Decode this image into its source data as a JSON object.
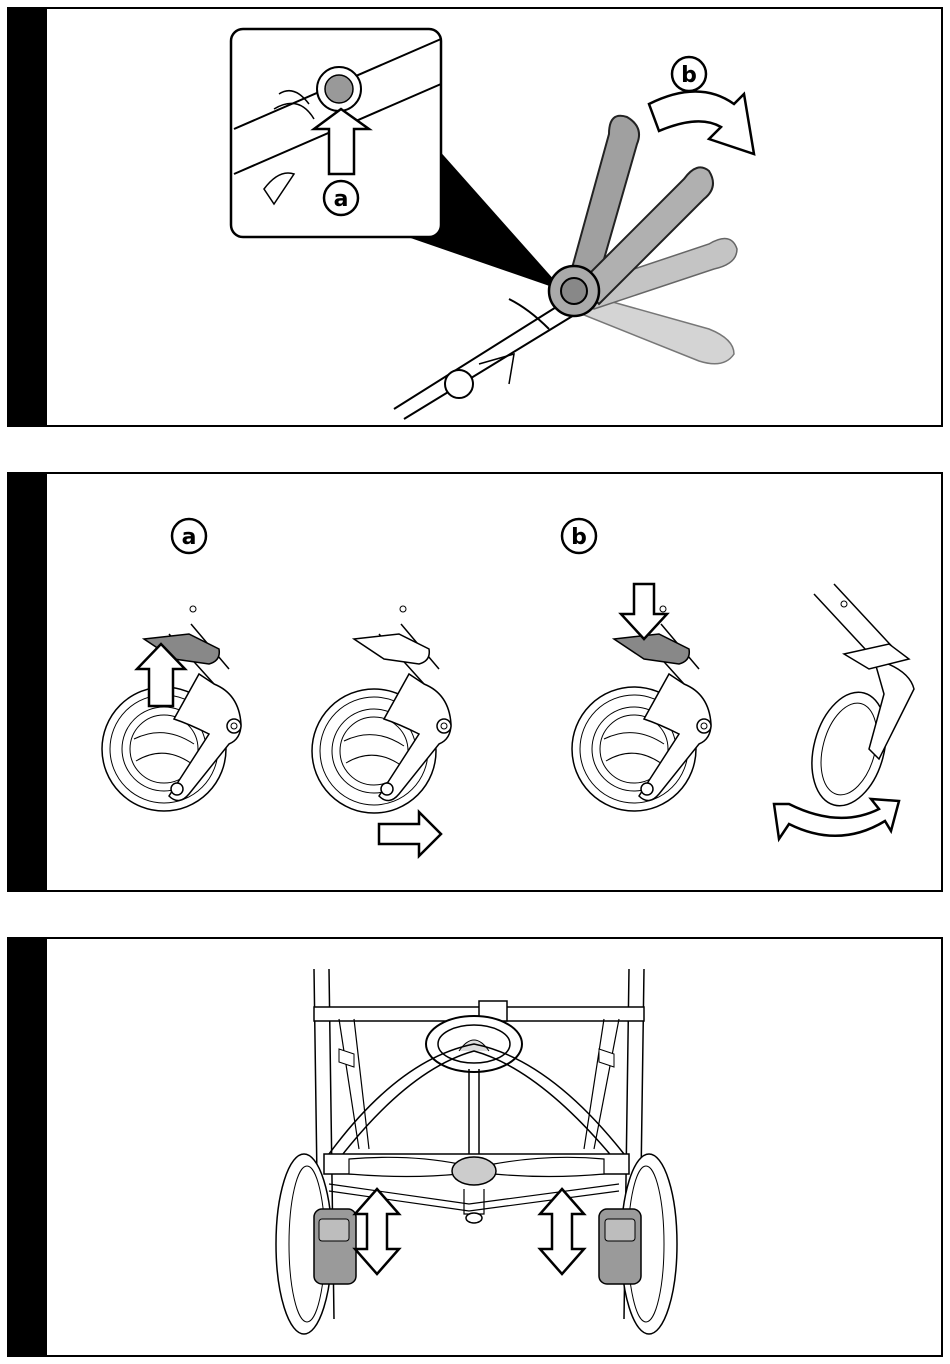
{
  "panels": [
    {
      "id": "handle-adjust",
      "labels": {
        "a": "a",
        "b": "b"
      }
    },
    {
      "id": "front-wheel-swivel-lock",
      "labels": {
        "a": "a",
        "b": "b"
      }
    },
    {
      "id": "rear-brake"
    }
  ],
  "colors": {
    "ink": "#000000",
    "shade_dark": "#9a9a9a",
    "shade_mid": "#bdbdbd",
    "shade_light": "#d4d4d4"
  }
}
